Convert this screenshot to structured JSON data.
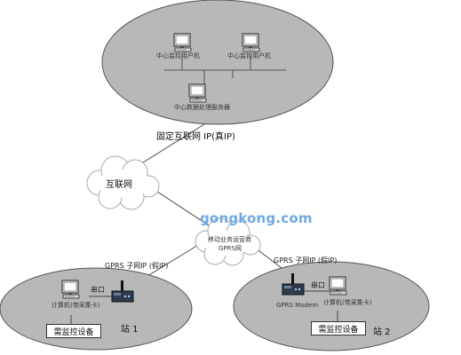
{
  "center_zone": {
    "pc_left_label": "中心监控用户机",
    "pc_right_label": "中心监控用户机",
    "server_label": "中心数据处理服务器",
    "fixed_ip_label": "固定互联网 IP(真IP)"
  },
  "internet": {
    "label": "互联网"
  },
  "watermark": {
    "text": "gongkong.com"
  },
  "gprs": {
    "cloud_label_line1": "移动业务运营商",
    "cloud_label_line2": "GPRS网",
    "subnet_ip_left": "GPRS 子网IP (假IP)",
    "subnet_ip_right": "GPRS 子网IP (假IP)"
  },
  "station1": {
    "serial_label": "串口",
    "pc_label": "计算机(带采集卡)",
    "device_label": "需监控设备",
    "station_label": "站 1"
  },
  "station2": {
    "serial_label": "串口",
    "modem_label": "GPRS Modem",
    "pc_label": "计算机(带采集卡)",
    "device_label": "需监控设备",
    "station_label": "站 2"
  }
}
